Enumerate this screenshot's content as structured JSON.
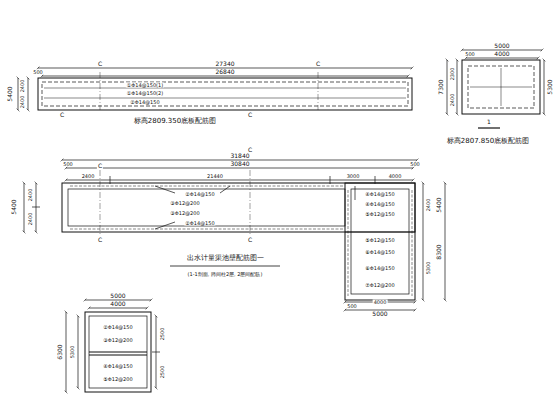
{
  "diagram": {
    "labels": [
      "27340",
      "26840",
      "500",
      "5400",
      "2400",
      "2400",
      "C",
      "C",
      "C",
      "C",
      "①Φ14@150(1)",
      "①Φ14@150(2)",
      "②Φ14@150",
      "标高2809.350底板配筋图",
      "5000",
      "4000",
      "500",
      "7300",
      "2300",
      "2400",
      "5300",
      "1",
      "标高2807.850底板配筋图",
      "31840",
      "30840",
      "500",
      "2400",
      "21440",
      "3000",
      "4000",
      "500",
      "5400",
      "2400",
      "2400",
      "C",
      "C",
      "C",
      "C",
      "②Φ14@150",
      "②Φ14@150",
      "③Φ12@200",
      "③Φ12@200",
      "④Φ14@150",
      "④Φ14@150",
      "⑤Φ12@150",
      "⑤Φ12@150",
      "⑥Φ14@150",
      "⑥Φ14@150",
      "⑦Φ12@200",
      "出水计量渠池壁配筋图一",
      "(1-1剖面, 跨间柱2层, 2层间配筋)",
      "8300",
      "5300",
      "5400",
      "2400",
      "500",
      "4000",
      "5000",
      "5000",
      "4000",
      "6300",
      "5300",
      "2500",
      "2500",
      "②Φ14@150",
      "③Φ12@200",
      "④Φ14@150",
      "⑤Φ12@200"
    ]
  }
}
